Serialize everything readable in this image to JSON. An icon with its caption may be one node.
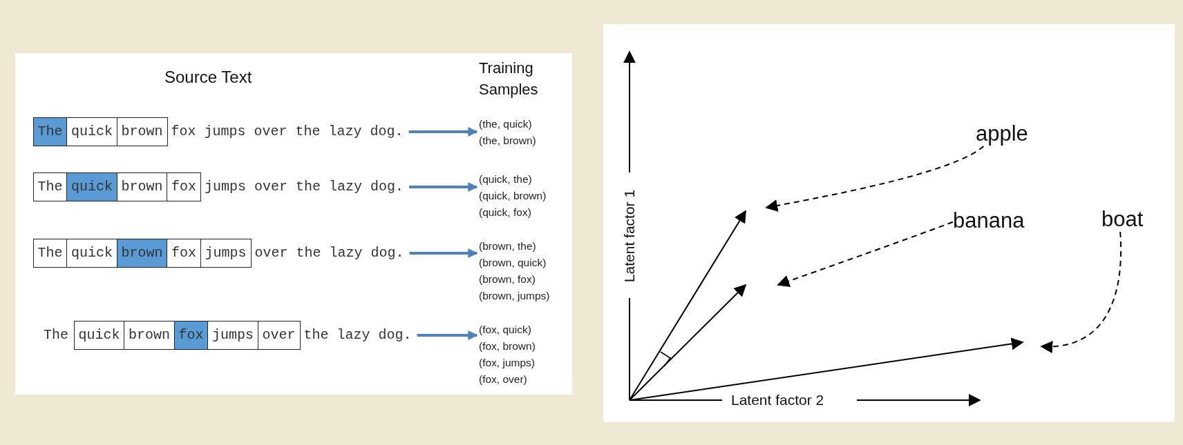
{
  "diagram": {
    "nodes": [
      {
        "text": [
          "The"
        ]
      },
      {
        "text": [
          "quick"
        ]
      },
      {
        "text": [
          "brown"
        ]
      },
      {
        "text": [
          "fox jumps over the lazy dog."
        ]
      },
      {
        "text": [
          "(the, quick)",
          "(the, brown)"
        ]
      },
      {
        "text": [
          "The"
        ]
      },
      {
        "text": [
          "quick"
        ]
      },
      {
        "text": [
          "brown"
        ]
      },
      {
        "text": [
          "fox"
        ]
      },
      {
        "text": [
          "jumps over the lazy dog."
        ]
      },
      {
        "text": [
          "(quick, the)",
          "(quick, brown)",
          "(quick, fox)"
        ]
      },
      {
        "text": [
          "The"
        ]
      },
      {
        "text": [
          "quick"
        ]
      },
      {
        "text": [
          "brown"
        ]
      },
      {
        "text": [
          "fox"
        ]
      },
      {
        "text": [
          "jumps"
        ]
      },
      {
        "text": [
          "over the lazy dog."
        ]
      },
      {
        "text": [
          "(brown, the)",
          "(brown, quick)",
          "(brown, fox)",
          "(brown, jumps)"
        ]
      },
      {
        "text": [
          "quick"
        ]
      },
      {
        "text": [
          "brown"
        ]
      },
      {
        "text": [
          "fox"
        ]
      },
      {
        "text": [
          "jumps"
        ]
      },
      {
        "text": [
          "over"
        ]
      },
      {
        "text": [
          "the lazy dog."
        ]
      },
      {
        "text": [
          "(fox, quick)",
          "(fox, brown)",
          "(fox, jumps)",
          "(fox, over)"
        ]
      },
      {
        "text": [
          "apple"
        ]
      },
      {
        "text": [
          "banana"
        ]
      },
      {
        "text": [
          "boat"
        ]
      }
    ],
    "edges": [
      {
        "from": 3,
        "to": 4,
        "arrow": "to"
      },
      {
        "from": 9,
        "to": 10,
        "arrow": "to"
      },
      {
        "from": 16,
        "to": 17,
        "arrow": "to"
      },
      {
        "from": 23,
        "to": 24,
        "arrow": "to"
      },
      {
        "from": 25,
        "to": null,
        "arrow": "to",
        "style": "dashed",
        "color": "#000000"
      },
      {
        "from": 26,
        "to": null,
        "arrow": "to",
        "style": "dashed",
        "color": "#000000"
      },
      {
        "from": 27,
        "to": null,
        "arrow": "to",
        "style": "dashed",
        "color": "#000000"
      }
    ],
    "labels": [
      "Source Text",
      "Training Samples",
      "The",
      "Latent factor 1",
      "Latent factor 2"
    ]
  }
}
